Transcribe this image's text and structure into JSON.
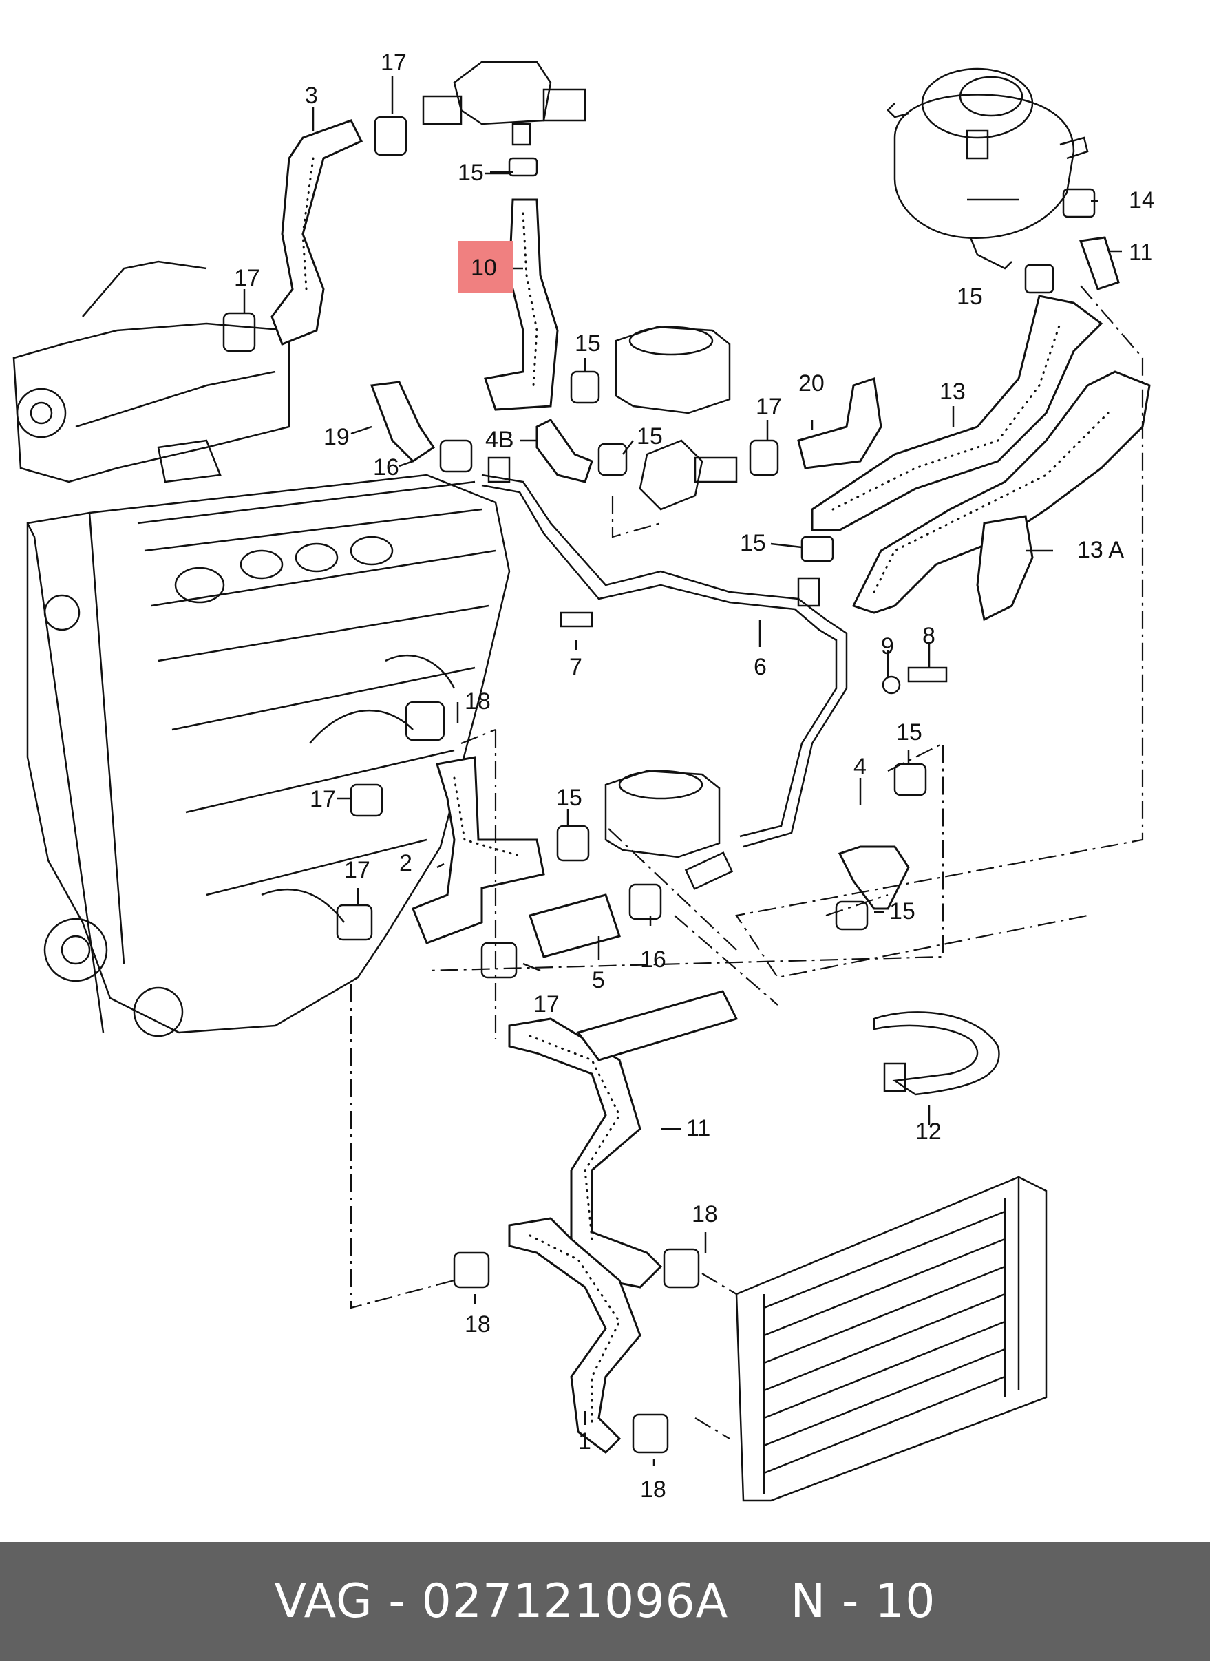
{
  "callouts": [
    {
      "id": "c1",
      "label": "1"
    },
    {
      "id": "c2",
      "label": "2"
    },
    {
      "id": "c3",
      "label": "3"
    },
    {
      "id": "c4",
      "label": "4"
    },
    {
      "id": "c4b",
      "label": "4B"
    },
    {
      "id": "c5",
      "label": "5"
    },
    {
      "id": "c6",
      "label": "6"
    },
    {
      "id": "c7",
      "label": "7"
    },
    {
      "id": "c8",
      "label": "8"
    },
    {
      "id": "c9",
      "label": "9"
    },
    {
      "id": "c10",
      "label": "10"
    },
    {
      "id": "c11a",
      "label": "11"
    },
    {
      "id": "c11b",
      "label": "11"
    },
    {
      "id": "c12",
      "label": "12"
    },
    {
      "id": "c13",
      "label": "13"
    },
    {
      "id": "c13a",
      "label": "13 A"
    },
    {
      "id": "c14",
      "label": "14"
    },
    {
      "id": "c15a",
      "label": "15"
    },
    {
      "id": "c15b",
      "label": "15"
    },
    {
      "id": "c15c",
      "label": "15"
    },
    {
      "id": "c15d",
      "label": "15"
    },
    {
      "id": "c15e",
      "label": "15"
    },
    {
      "id": "c15f",
      "label": "15"
    },
    {
      "id": "c15g",
      "label": "15"
    },
    {
      "id": "c15h",
      "label": "15"
    },
    {
      "id": "c16a",
      "label": "16"
    },
    {
      "id": "c16b",
      "label": "16"
    },
    {
      "id": "c17a",
      "label": "17"
    },
    {
      "id": "c17b",
      "label": "17"
    },
    {
      "id": "c17c",
      "label": "17"
    },
    {
      "id": "c17d",
      "label": "17"
    },
    {
      "id": "c17e",
      "label": "17"
    },
    {
      "id": "c17f",
      "label": "17"
    },
    {
      "id": "c18a",
      "label": "18"
    },
    {
      "id": "c18b",
      "label": "18"
    },
    {
      "id": "c18c",
      "label": "18"
    },
    {
      "id": "c18d",
      "label": "18"
    },
    {
      "id": "c19",
      "label": "19"
    },
    {
      "id": "c20",
      "label": "20"
    }
  ],
  "highlight": {
    "label": "10",
    "color": "#f08080"
  },
  "footer": {
    "brand": "VAG",
    "separator": "-",
    "part_number": "027121096A",
    "position_prefix": "N",
    "position_separator": "-",
    "position_number": "10"
  },
  "colors": {
    "footer_bg": "#616161",
    "footer_text": "#ffffff",
    "highlight": "#f08080"
  }
}
